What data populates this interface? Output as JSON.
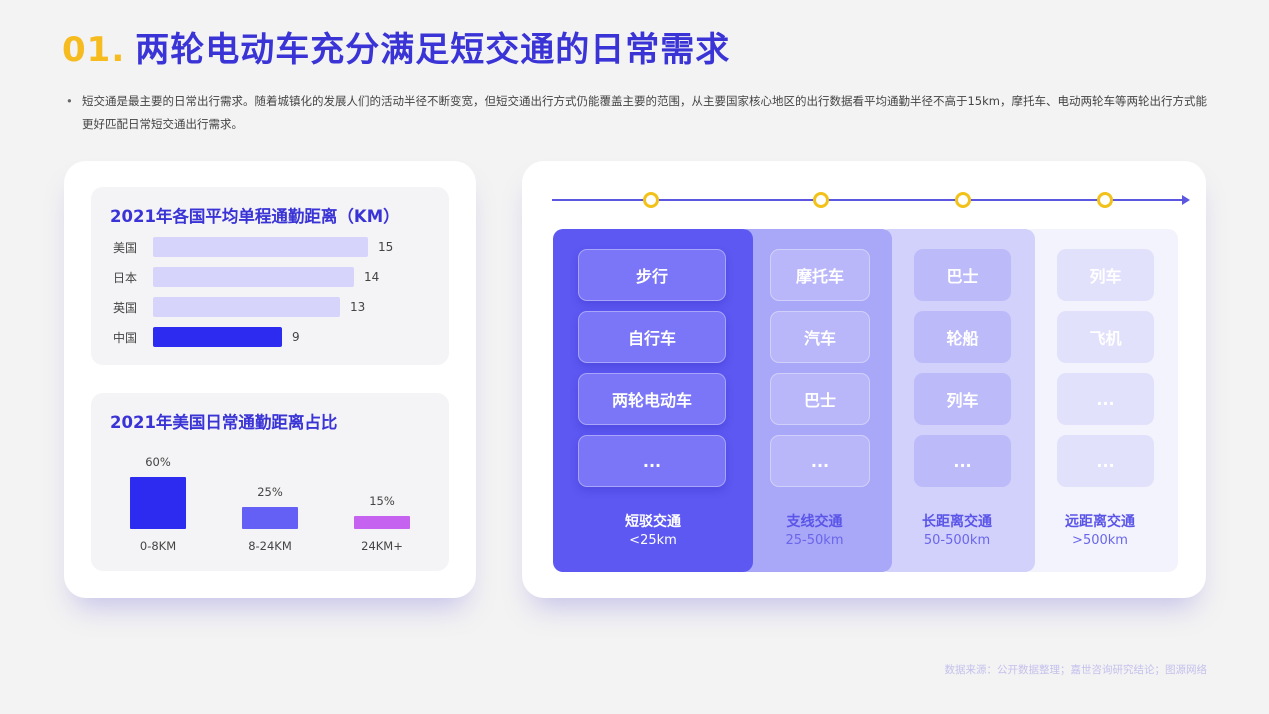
{
  "header": {
    "number": "01.",
    "title": "两轮电动车充分满足短交通的日常需求"
  },
  "description": "短交通是最主要的日常出行需求。随着城镇化的发展人们的活动半径不断变宽，但短交通出行方式仍能覆盖主要的范围，从主要国家核心地区的出行数据看平均通勤半径不高于15km，摩托车、电动两轮车等两轮出行方式能更好匹配日常短交通出行需求。",
  "colors": {
    "accent_yellow": "#f6bb1e",
    "primary_blue": "#3a33d6",
    "highlight_bar": "#2d2bf0",
    "light_bar": "#d6d4fa",
    "mid_bar": "#6460f5",
    "pink_bar": "#c563f0"
  },
  "chart_data": [
    {
      "type": "bar",
      "orientation": "horizontal",
      "title": "2021年各国平均单程通勤距离（KM）",
      "categories": [
        "美国",
        "日本",
        "英国",
        "中国"
      ],
      "values": [
        15,
        14,
        13,
        9
      ],
      "xlabel": "",
      "ylabel": "",
      "xlim": [
        0,
        15
      ],
      "grid": false,
      "highlight": "中国"
    },
    {
      "type": "bar",
      "orientation": "vertical",
      "title": "2021年美国日常通勤距离占比",
      "categories": [
        "0-8KM",
        "8-24KM",
        "24KM+"
      ],
      "values": [
        60,
        25,
        15
      ],
      "value_labels": [
        "60%",
        "25%",
        "15%"
      ],
      "ylabel": "",
      "ylim": [
        0,
        60
      ],
      "grid": false
    }
  ],
  "left_card": {
    "hbars": [
      {
        "label": "美国",
        "value": "15"
      },
      {
        "label": "日本",
        "value": "14"
      },
      {
        "label": "英国",
        "value": "13"
      },
      {
        "label": "中国",
        "value": "9"
      }
    ],
    "vbars": [
      {
        "pct": "60%",
        "cat": "0-8KM"
      },
      {
        "pct": "25%",
        "cat": "8-24KM"
      },
      {
        "pct": "15%",
        "cat": "24KM+"
      }
    ]
  },
  "transport": {
    "columns": [
      {
        "name": "短驳交通",
        "range": "<25km",
        "items": [
          "步行",
          "自行车",
          "两轮电动车",
          "..."
        ]
      },
      {
        "name": "支线交通",
        "range": "25-50km",
        "items": [
          "摩托车",
          "汽车",
          "巴士",
          "..."
        ]
      },
      {
        "name": "长距离交通",
        "range": "50-500km",
        "items": [
          "巴士",
          "轮船",
          "列车",
          "..."
        ]
      },
      {
        "name": "远距离交通",
        "range": ">500km",
        "items": [
          "列车",
          "飞机",
          "...",
          "..."
        ]
      }
    ]
  },
  "footer": {
    "source": "数据来源：公开数据整理；嘉世咨询研究结论；图源网络"
  }
}
